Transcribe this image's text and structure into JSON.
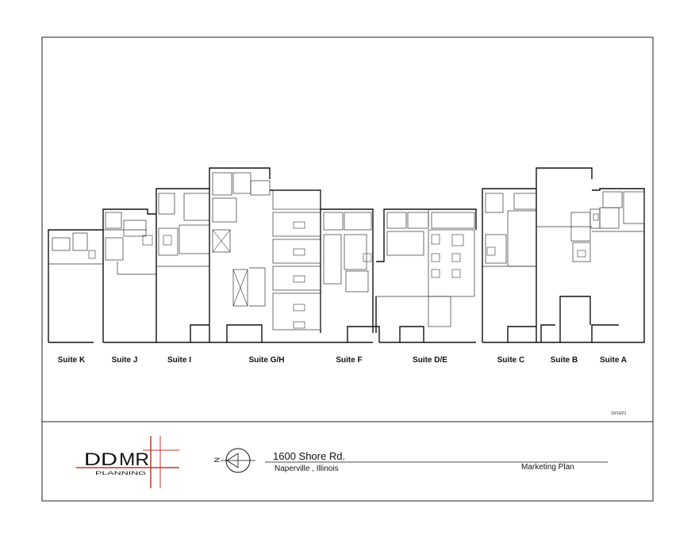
{
  "suites": [
    {
      "label": "Suite K"
    },
    {
      "label": "Suite J"
    },
    {
      "label": "Suite I"
    },
    {
      "label": "Suite G/H"
    },
    {
      "label": "Suite F"
    },
    {
      "label": "Suite D/E"
    },
    {
      "label": "Suite C"
    },
    {
      "label": "Suite B"
    },
    {
      "label": "Suite A"
    }
  ],
  "plan_date": "10/14/21",
  "title_block": {
    "logo_left": "DD",
    "logo_right": "MR",
    "logo_sub": "PLANNING",
    "north_label": "N",
    "address_line1": "1600 Shore Rd.",
    "address_line2": "Naperville , Illinois",
    "plan_type": "Marketing Plan"
  },
  "colors": {
    "logo_cross": "#c0392b",
    "lines": "#111111"
  }
}
